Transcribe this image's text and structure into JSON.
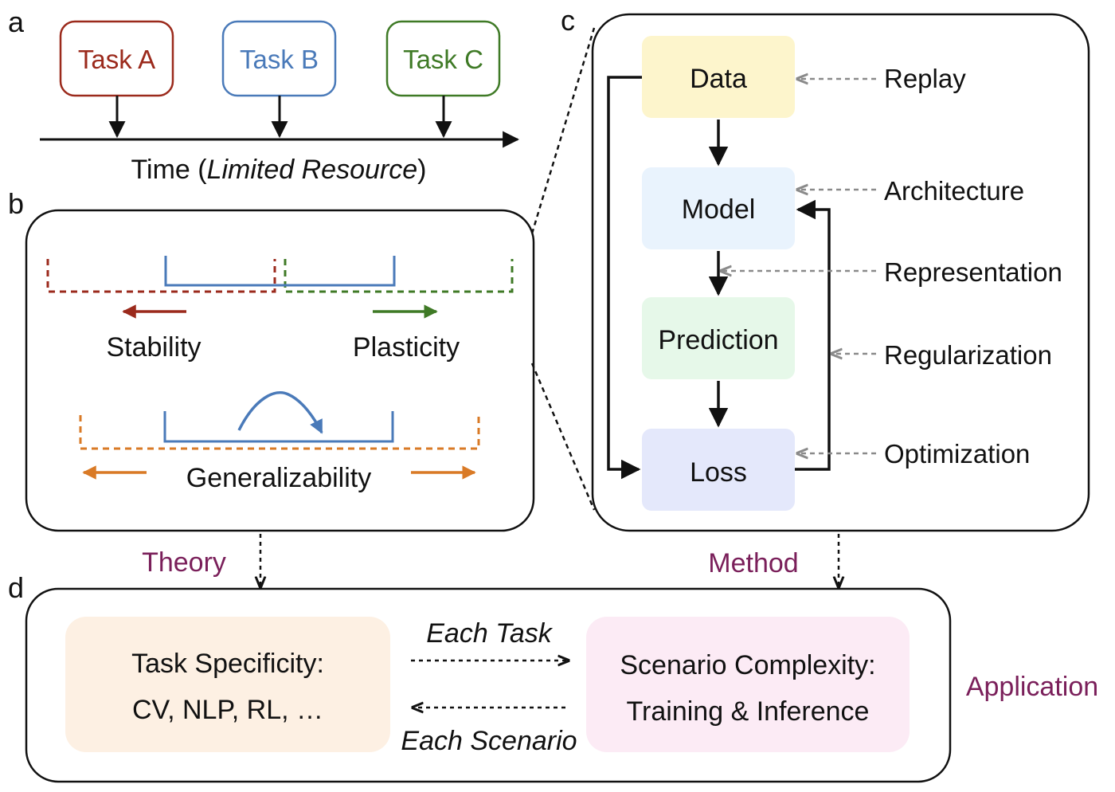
{
  "panels": {
    "a": "a",
    "b": "b",
    "c": "c",
    "d": "d"
  },
  "panel_a": {
    "tasks": [
      {
        "label": "Task A",
        "color": "#9b2a1c"
      },
      {
        "label": "Task B",
        "color": "#4a7ab9"
      },
      {
        "label": "Task C",
        "color": "#3f7a26"
      }
    ],
    "time_prefix": "Time (",
    "time_italic": "Limited Resource",
    "time_suffix": ")"
  },
  "panel_b": {
    "stability": "Stability",
    "plasticity": "Plasticity",
    "generalizability": "Generalizability",
    "colors": {
      "stability": "#9b2a1c",
      "plasticity": "#3f7a26",
      "blue": "#4a7ab9",
      "general": "#d97a26"
    }
  },
  "panel_c": {
    "flow": [
      {
        "label": "Data",
        "fill": "#fdf5cc"
      },
      {
        "label": "Model",
        "fill": "#e9f3fd"
      },
      {
        "label": "Prediction",
        "fill": "#e6f8e9"
      },
      {
        "label": "Loss",
        "fill": "#e4e8fb"
      }
    ],
    "methods": [
      "Replay",
      "Architecture",
      "Representation",
      "Regularization",
      "Optimization"
    ]
  },
  "links": {
    "theory": "Theory",
    "method": "Method",
    "application": "Application"
  },
  "panel_d": {
    "left_line1": "Task Specificity:",
    "left_line2": "CV, NLP, RL, …",
    "right_line1": "Scenario Complexity:",
    "right_line2": "Training & Inference",
    "each_task": "Each Task",
    "each_scenario": "Each Scenario",
    "left_fill": "#fdf0e3",
    "right_fill": "#fcebf5"
  }
}
